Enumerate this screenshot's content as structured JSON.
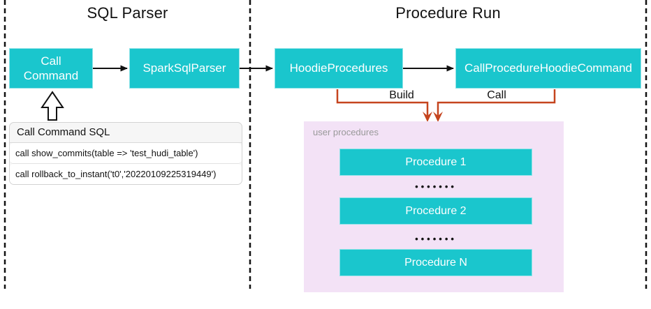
{
  "colors": {
    "accent_teal": "#1AC6CD",
    "teal_border": "#8FE3E7",
    "connector_orange": "#C5441E",
    "panel_pink": "#F3E2F6",
    "arrow_black": "#111111",
    "muted_text": "#999999"
  },
  "header": {
    "sql_parser_title": "SQL Parser",
    "procedure_run_title": "Procedure Run"
  },
  "nodes": {
    "call_command": "Call Command",
    "spark_sql_parser": "SparkSqlParser",
    "hoodie_procedures": "HoodieProcedures",
    "call_procedure_hoodie_command": "CallProcedureHoodieCommand"
  },
  "sql_panel": {
    "title": "Call Command SQL",
    "statements": [
      "call show_commits(table => 'test_hudi_table')",
      "call rollback_to_instant('t0','20220109225319449')"
    ]
  },
  "connectors": {
    "build_label": "Build",
    "call_label": "Call"
  },
  "procedures_panel": {
    "label": "user procedures",
    "items": [
      "Procedure 1",
      "Procedure 2",
      "Procedure N"
    ],
    "ellipsis": "•••••••"
  }
}
